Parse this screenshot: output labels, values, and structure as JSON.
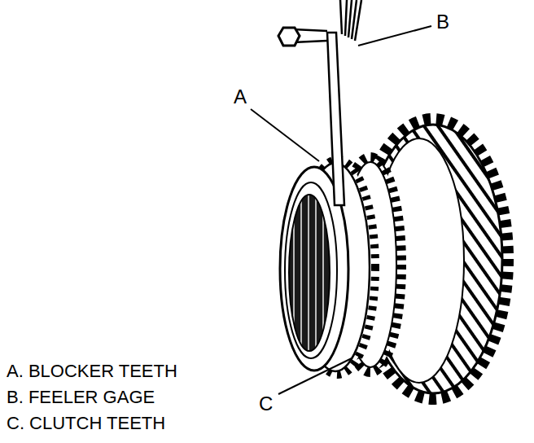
{
  "diagram": {
    "labels": [
      "A",
      "B",
      "C",
      "A. BLOCKER TEETH",
      "B. FEELER GAGE",
      "C. CLUTCH TEETH"
    ]
  }
}
